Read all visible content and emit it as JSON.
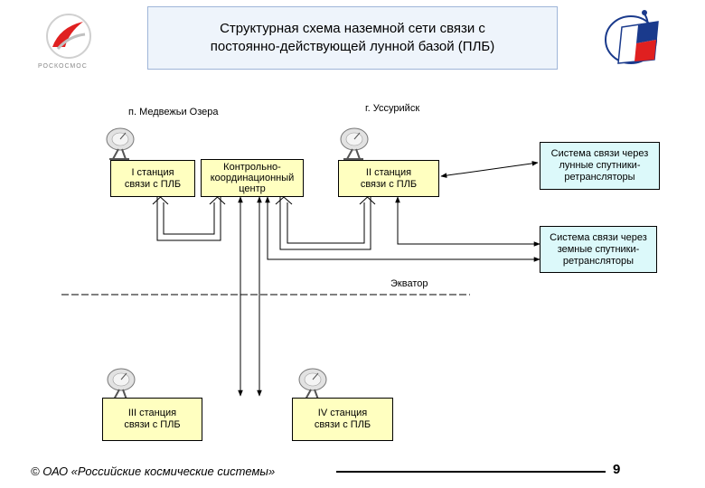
{
  "title": {
    "line1": "Структурная схема наземной сети связи с",
    "line2": "постоянно-действующей лунной базой (ПЛБ)"
  },
  "left_logo": {
    "icon": "roscosmos-logo",
    "caption": "РОСКОСМОС"
  },
  "right_logo": {
    "icon": "rss-logo"
  },
  "locations": {
    "medvezhyi": "п. Медвежьи Озера",
    "ussuriysk": "г. Уссурийск"
  },
  "nodes": {
    "station1": {
      "line1": "I станция",
      "line2": "связи с ПЛБ"
    },
    "control": {
      "line1": "Контрольно-",
      "line2": "координационный",
      "line3": "центр"
    },
    "station2": {
      "line1": "II станция",
      "line2": "связи с ПЛБ"
    },
    "lunar_sats": {
      "line1": "Система связи через",
      "line2": "лунные спутники-",
      "line3": "ретрансляторы"
    },
    "earth_sats": {
      "line1": "Система связи через",
      "line2": "земные спутники-",
      "line3": "ретрансляторы"
    },
    "station3": {
      "line1": "III станция",
      "line2": "связи с ПЛБ"
    },
    "station4": {
      "line1": "IV станция",
      "line2": "связи с ПЛБ"
    }
  },
  "equator_label": "Экватор",
  "footer": {
    "text": "© ОАО «Российские космические системы»",
    "page_number": "9"
  },
  "colors": {
    "station_fill": "#ffffc0",
    "satellite_system_fill": "#dcf9fa",
    "title_fill": "#eef4fb",
    "logo_red": "#e02020",
    "logo_blue": "#1a3a8c"
  }
}
